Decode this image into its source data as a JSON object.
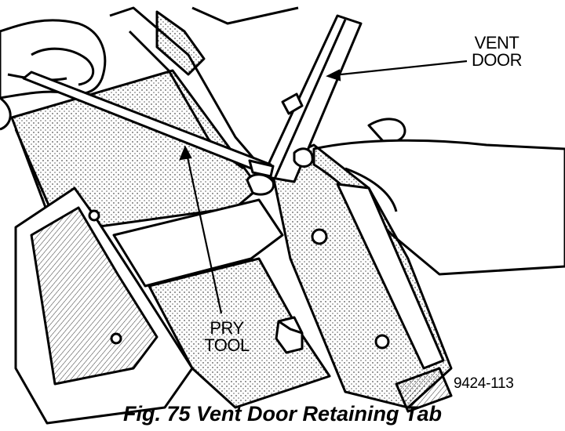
{
  "labels": {
    "vent_door_line1": "VENT",
    "vent_door_line2": "DOOR",
    "pry_tool_line1": "PRY",
    "pry_tool_line2": "TOOL",
    "figure_code": "9424-113"
  },
  "caption": "Fig. 75 Vent Door Retaining Tab",
  "colors": {
    "ink": "#000000",
    "paper": "#ffffff"
  }
}
